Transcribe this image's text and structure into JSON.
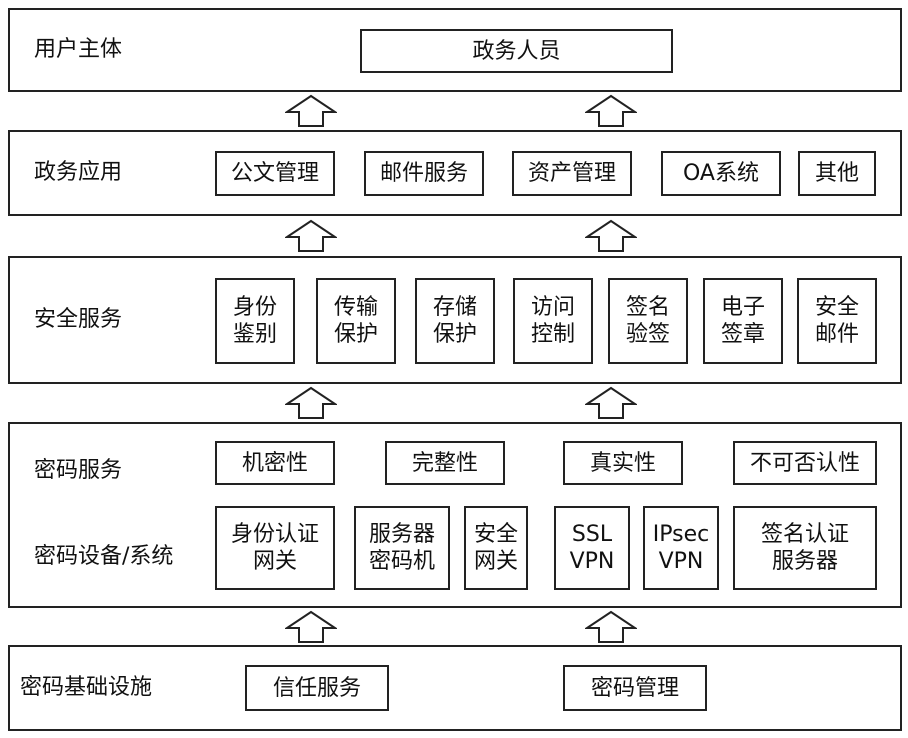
{
  "layers": {
    "user": {
      "label": "用户主体",
      "items": [
        "政务人员"
      ]
    },
    "app": {
      "label": "政务应用",
      "items": [
        "公文管理",
        "邮件服务",
        "资产管理",
        "OA系统",
        "其他"
      ]
    },
    "security": {
      "label": "安全服务",
      "items": [
        "身份\n鉴别",
        "传输\n保护",
        "存储\n保护",
        "访问\n控制",
        "签名\n验签",
        "电子\n签章",
        "安全\n邮件"
      ]
    },
    "crypto": {
      "label_services": "密码服务",
      "label_devices": "密码设备/系统",
      "services": [
        "机密性",
        "完整性",
        "真实性",
        "不可否认性"
      ],
      "devices": [
        "身份认证\n网关",
        "服务器\n密码机",
        "安全\n网关",
        "SSL\nVPN",
        "IPsec\nVPN",
        "签名认证\n服务器"
      ]
    },
    "infra": {
      "label": "密码基础设施",
      "items": [
        "信任服务",
        "密码管理"
      ]
    }
  },
  "icons": {
    "arrow": "hollow-up-arrow"
  }
}
